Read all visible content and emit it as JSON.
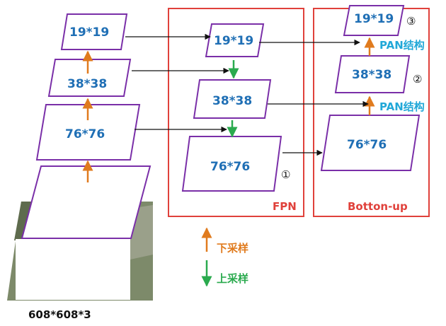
{
  "backbone": {
    "input_label": "608*608*3",
    "levels": [
      "76*76",
      "38*38",
      "19*19"
    ]
  },
  "fpn": {
    "title": "FPN",
    "levels": [
      "19*19",
      "38*38",
      "76*76"
    ],
    "marker": "①"
  },
  "bottom_up": {
    "title": "Botton-up",
    "levels": [
      "76*76",
      "38*38",
      "19*19"
    ],
    "pan_label_1": "PAN结构",
    "pan_label_2": "PAN结构",
    "marker_1": "②",
    "marker_2": "③"
  },
  "legend": {
    "downsample": "下采样",
    "upsample": "上采样"
  },
  "colors": {
    "purple": "#7a2fa8",
    "red": "#e0413b",
    "orange": "#e07b1e",
    "green": "#2aaa4e",
    "blue_text": "#1f6fb5",
    "cyan_text": "#22a8d8"
  }
}
